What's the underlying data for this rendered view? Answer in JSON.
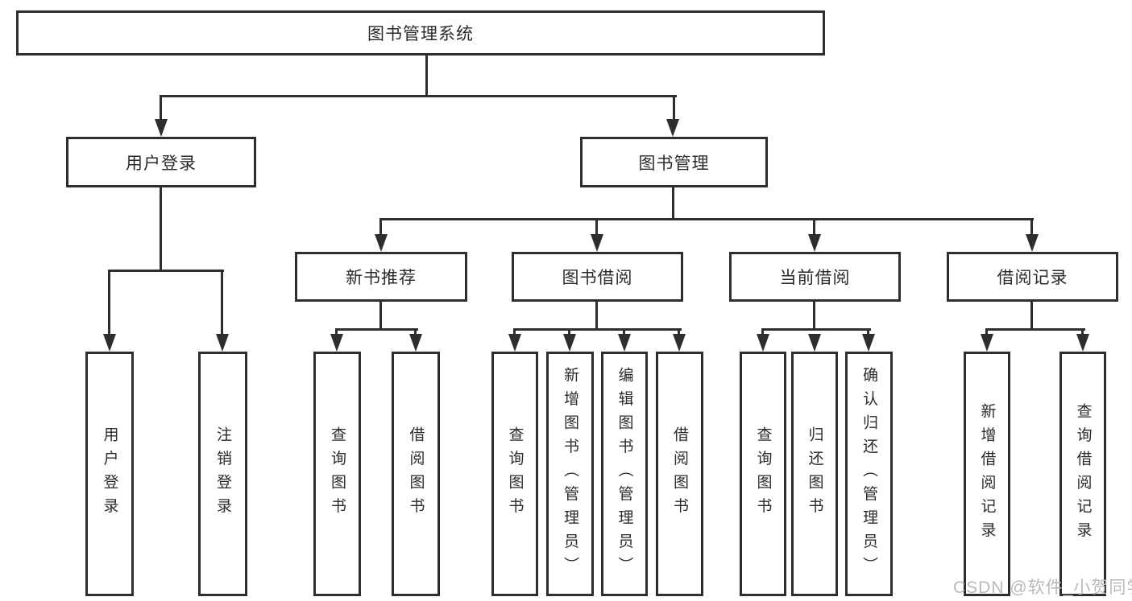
{
  "diagram": {
    "root": {
      "label": "图书管理系统"
    },
    "level2": {
      "user_login": "用户登录",
      "book_mgmt": "图书管理"
    },
    "level3": {
      "new_books": "新书推荐",
      "borrowing": "图书借阅",
      "current": "当前借阅",
      "records": "借阅记录"
    },
    "leaves": {
      "login": "用户登录",
      "logout": "注销登录",
      "nb_query": "查询图书",
      "nb_borrow": "借阅图书",
      "bw_query": "查询图书",
      "bw_add": "新增图书（管理员）",
      "bw_edit": "编辑图书（管理员）",
      "bw_borrow": "借阅图书",
      "cu_query": "查询图书",
      "cu_return": "归还图书",
      "cu_confirm": "确认归还（管理员）",
      "re_add": "新增借阅记录",
      "re_query": "查询借阅记录"
    },
    "watermark": "CSDN @软件_小贺同学",
    "colors": {
      "line": "#2e2e2e",
      "text": "#2b2b2b",
      "watermark": "#b9b9b9",
      "background": "#ffffff"
    }
  }
}
